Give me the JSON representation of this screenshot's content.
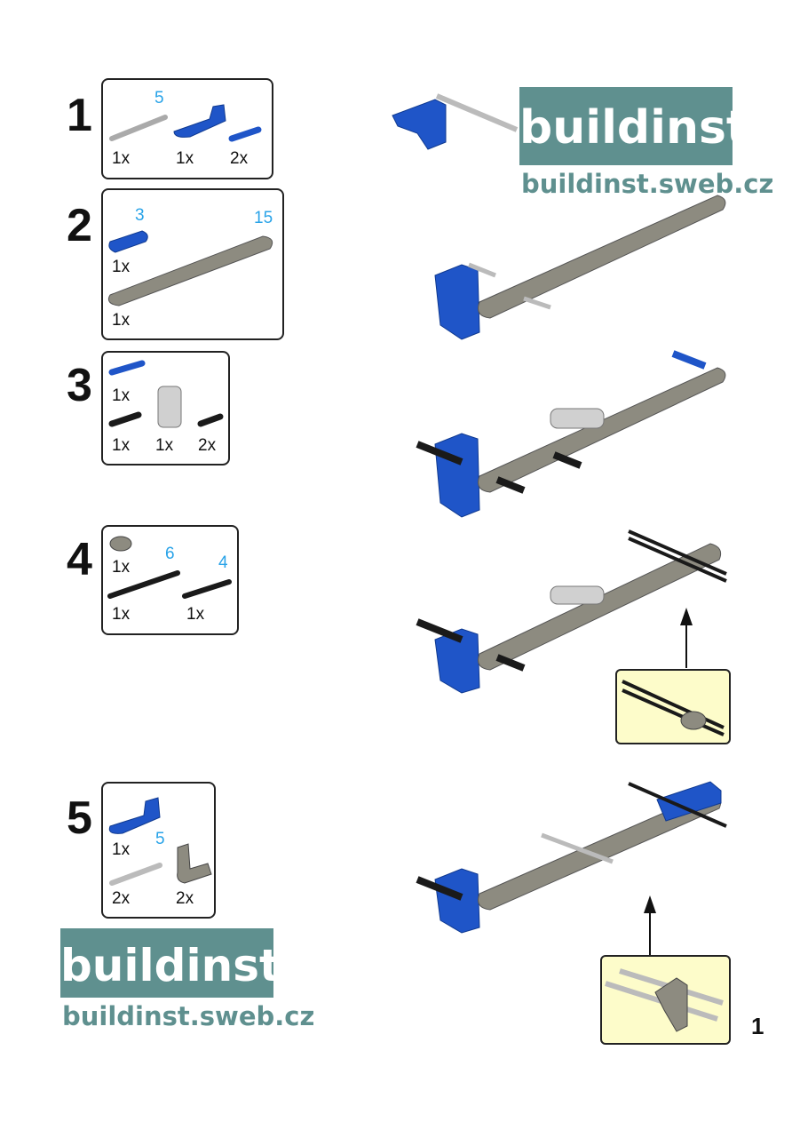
{
  "steps": [
    {
      "number": "1",
      "lengths": [
        "5"
      ],
      "counts": [
        "1x",
        "1x",
        "2x"
      ]
    },
    {
      "number": "2",
      "lengths": [
        "3",
        "15"
      ],
      "counts": [
        "1x",
        "1x"
      ]
    },
    {
      "number": "3",
      "counts": [
        "1x",
        "1x",
        "1x",
        "2x"
      ]
    },
    {
      "number": "4",
      "lengths": [
        "6",
        "4"
      ],
      "counts": [
        "1x",
        "1x",
        "1x"
      ]
    },
    {
      "number": "5",
      "lengths": [
        "5"
      ],
      "counts": [
        "1x",
        "2x",
        "2x"
      ]
    }
  ],
  "logo": {
    "name": "buildinst",
    "url": "buildinst.sweb.cz"
  },
  "page_number": "1",
  "colors": {
    "blue": "#1f55c8",
    "gray": "#8d8b80",
    "light_gray": "#c8c8c8",
    "black": "#1a1a1a",
    "callout_bg": "#fdfcca",
    "logo": "#5f908f",
    "length_label": "#29a3e8"
  }
}
